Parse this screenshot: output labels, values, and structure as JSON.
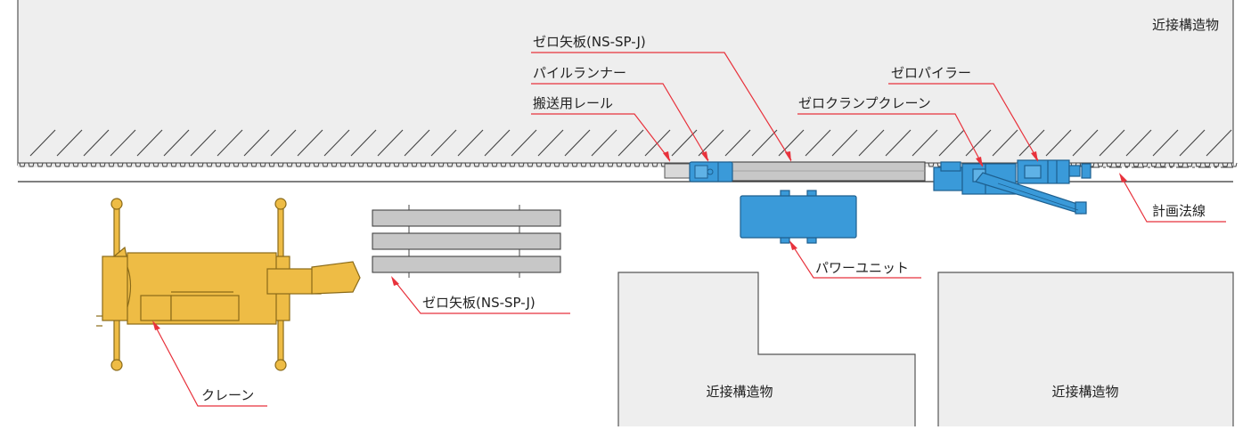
{
  "labels": {
    "nearby_top": "近接構造物",
    "nearby_bottom_1": "近接構造物",
    "nearby_bottom_2": "近接構造物",
    "zero_sheet_pile_top": "ゼロ矢板(NS-SP-J)",
    "pile_runner": "パイルランナー",
    "transport_rail": "搬送用レール",
    "zero_piler": "ゼロパイラー",
    "zero_clamp_crane": "ゼロクランプクレーン",
    "planned_line": "計画法線",
    "power_unit": "パワーユニット",
    "zero_sheet_pile_stock": "ゼロ矢板(NS-SP-J)",
    "crane": "クレーン"
  },
  "colors": {
    "structure_fill": "#eeeeee",
    "structure_line": "#555555",
    "machine_blue": "#3a9ad9",
    "machine_blue_dark": "#1d5f8f",
    "crane_yellow": "#eebc45",
    "crane_outline": "#8a6a18",
    "sheet_pile_grey": "#c7c7c7",
    "leader_red": "#e8323c"
  }
}
